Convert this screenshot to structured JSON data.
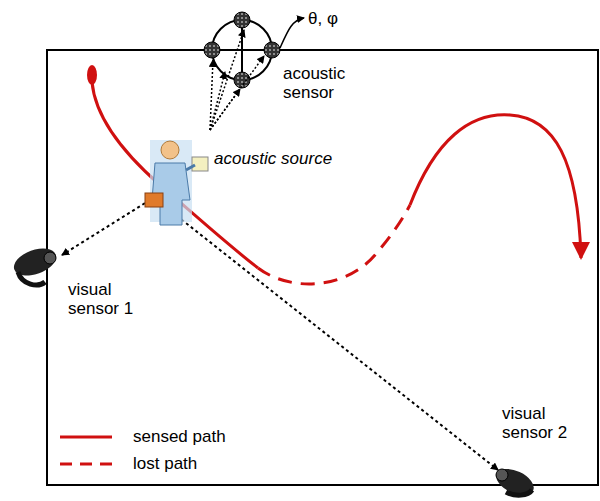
{
  "diagram": {
    "labels": [
      "θ, φ",
      "acoustic sensor",
      "acoustic source",
      "visual sensor 1",
      "visual sensor 2"
    ],
    "legend": [
      {
        "text": "sensed path"
      },
      {
        "text": "lost path"
      }
    ]
  }
}
